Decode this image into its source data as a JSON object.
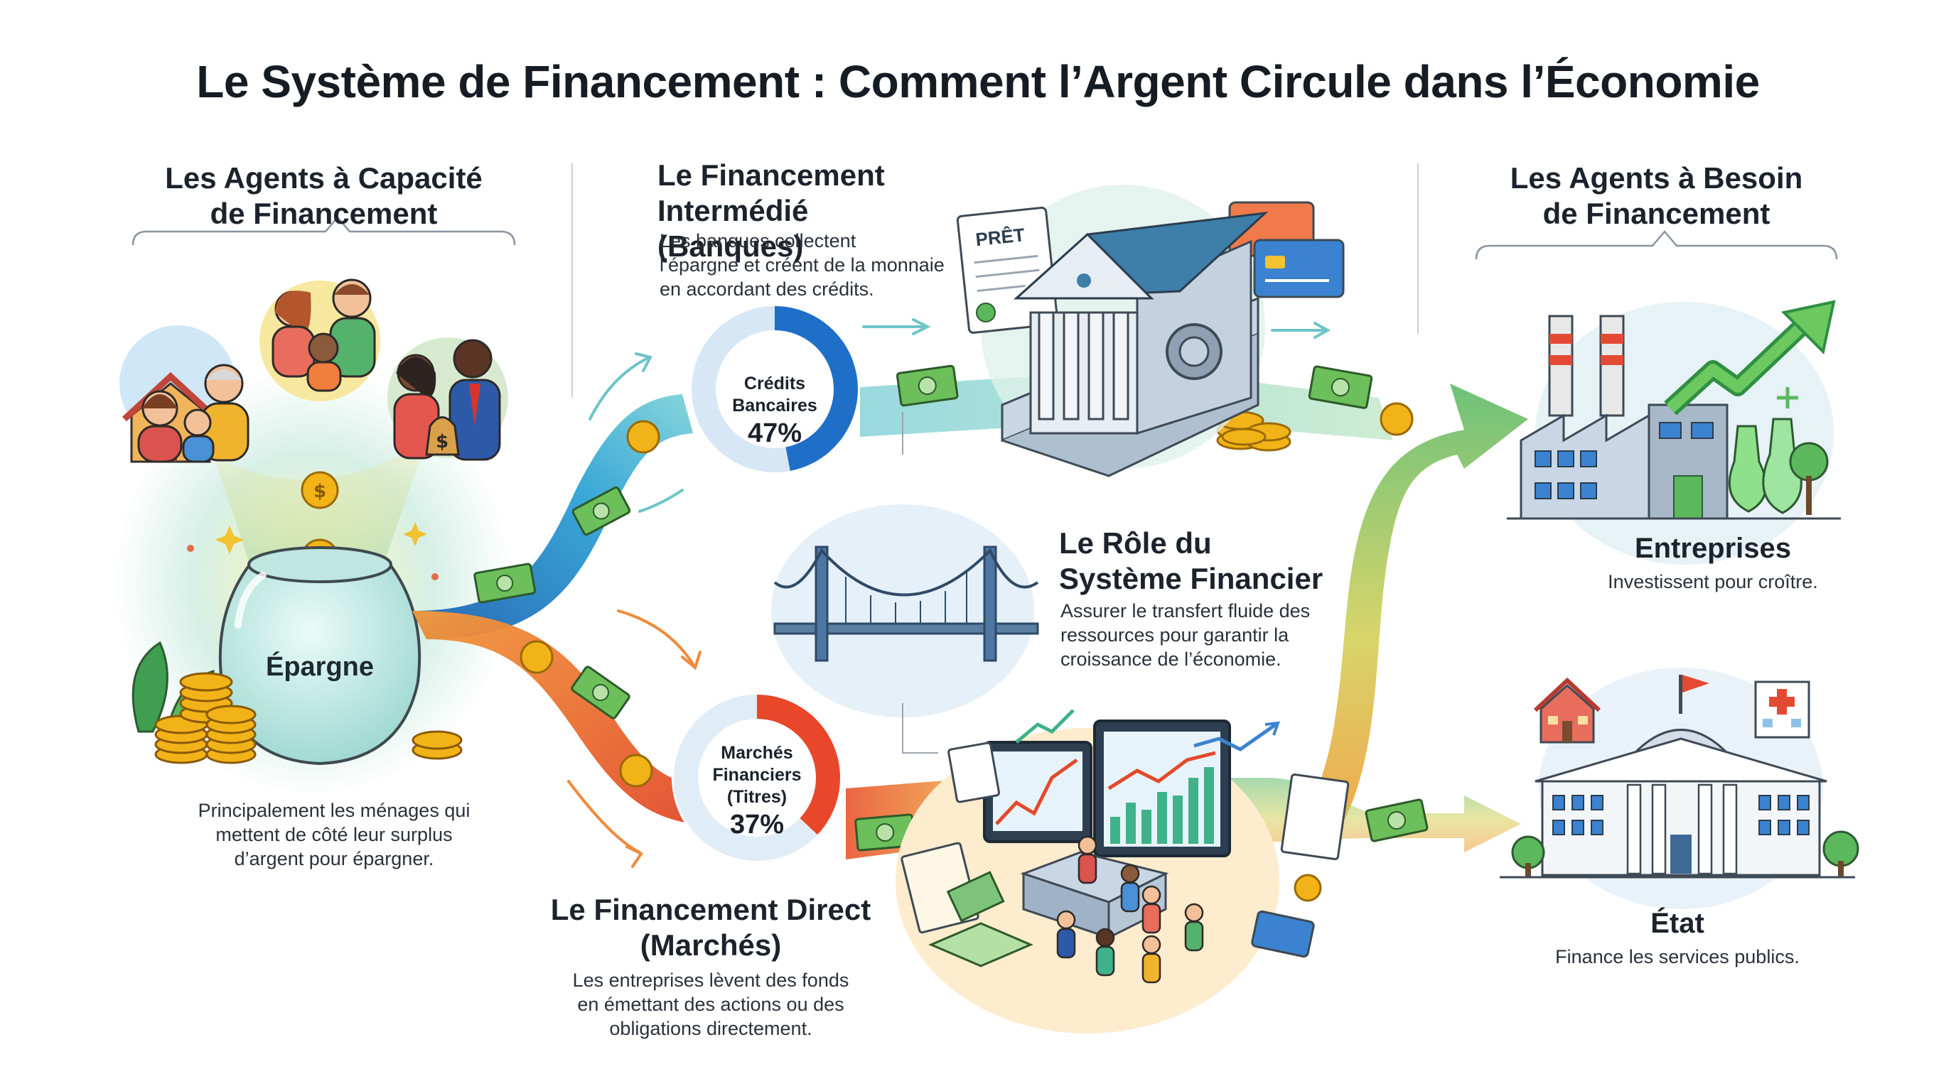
{
  "title": "Le Système de Financement : Comment l’Argent Circule dans l’Économie",
  "left": {
    "heading": [
      "Les Agents à Capacité",
      "de Financement"
    ],
    "jar_label": "Épargne",
    "description": [
      "Principalement les ménages qui",
      "mettent de côté leur surplus",
      "d’argent pour épargner."
    ]
  },
  "intermediated": {
    "heading": [
      "Le Financement",
      "Intermédié (Banques)"
    ],
    "description": [
      "Les banques collectent",
      "l’épargne et créent de la monnaie",
      "en accordant des crédits."
    ],
    "document_label": "PRÊT"
  },
  "role": {
    "heading": [
      "Le Rôle du",
      "Système Financier"
    ],
    "description": [
      "Assurer le transfert fluide des",
      "ressources pour garantir la",
      "croissance de l’économie."
    ]
  },
  "direct": {
    "heading": [
      "Le Financement Direct",
      "(Marchés)"
    ],
    "description": [
      "Les entreprises lèvent des fonds",
      "en émettant des actions ou des",
      "obligations directement."
    ]
  },
  "right": {
    "heading": [
      "Les Agents à Besoin",
      "de Financement"
    ],
    "entreprises": {
      "title": "Entreprises",
      "description": "Investissent pour croître."
    },
    "etat": {
      "title": "État",
      "description": "Finance les services publics."
    }
  },
  "donuts": [
    {
      "name_lines": [
        "Crédits",
        "Bancaires"
      ],
      "percent_label": "47%",
      "value": 47,
      "color": "#1f6fc9"
    },
    {
      "name_lines": [
        "Marchés",
        "Financiers",
        "(Titres)"
      ],
      "percent_label": "37%",
      "value": 37,
      "color": "#e8472a"
    }
  ],
  "colors": {
    "blue_flow": "#2f8fd0",
    "orange_flow": "#f07a2a",
    "green_flow": "#5cb85c",
    "coin": "#f2b318",
    "banknote": "#6cbf5a",
    "bank_roof": "#3d7fa8"
  }
}
